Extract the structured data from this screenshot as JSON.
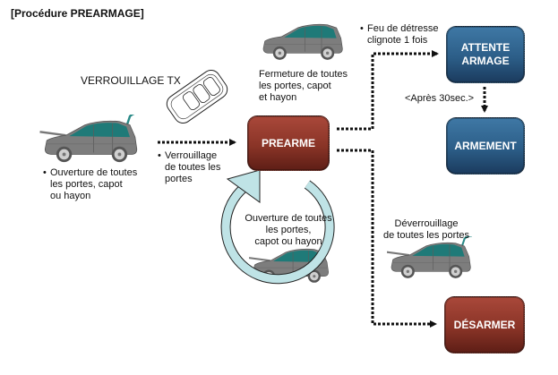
{
  "title": "[Procédure PREARMAGE]",
  "labels": {
    "key_fob": "VERROUILLAGE TX",
    "top_car_caption": [
      "Fermeture de toutes",
      "les portes, capot",
      "et hayon"
    ],
    "left_car_caption": [
      "Ouverture de toutes",
      "les portes, capot",
      "ou hayon"
    ],
    "lock_action": [
      "Verrouillage",
      "de toutes les",
      "portes"
    ],
    "hazard_flash": [
      "Feu de détresse",
      "clignote 1 fois"
    ],
    "delay": "<Après 30sec.>",
    "loop_caption": [
      "Ouverture de toutes",
      "les portes,",
      "capot ou hayon"
    ],
    "unlock_action": [
      "Déverrouillage",
      "de toutes les portes"
    ]
  },
  "states": {
    "prearme": "PREARME",
    "attente_armage": [
      "ATTENTE",
      "ARMAGE"
    ],
    "armement": "ARMEMENT",
    "desarmer": "DÉSARMER"
  },
  "icons": {
    "car_open": "car-open-doors-icon",
    "car_closed": "car-closed-icon",
    "key_fob": "remote-key-fob-icon",
    "loop_arrow": "circular-arrow-icon"
  },
  "colors": {
    "state_red": "#8a3427",
    "state_blue": "#2c5e88",
    "car_body": "#7a7a7a",
    "car_glass": "#1f7a78",
    "loop_arrow": "#bfe3e6"
  }
}
